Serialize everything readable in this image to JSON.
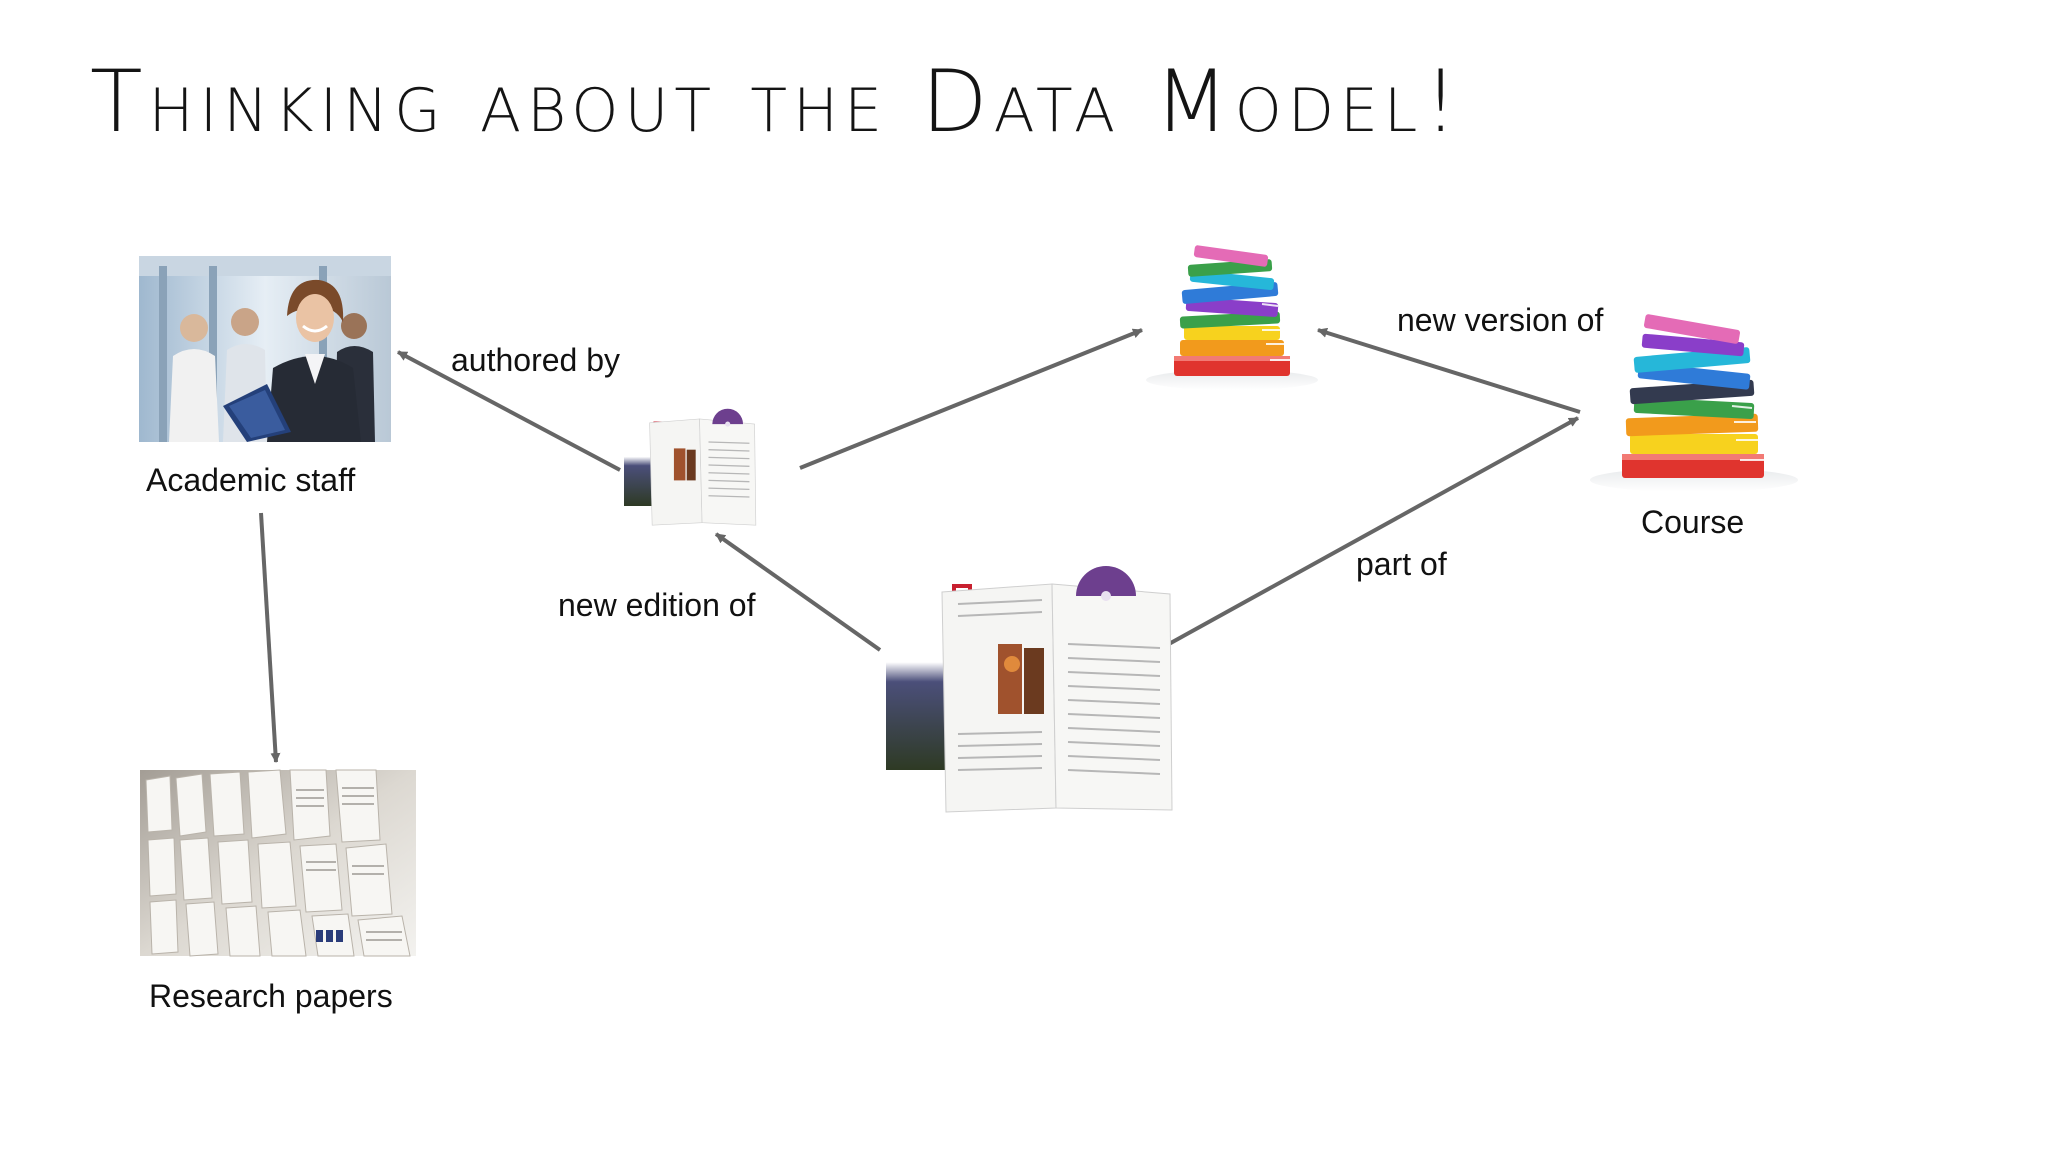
{
  "slide": {
    "title": "Thinking about the Data Model!"
  },
  "nodes": {
    "academic_staff": "Academic staff",
    "research_papers": "Research papers",
    "course": "Course"
  },
  "edges": {
    "authored_by": "authored by",
    "new_version_of": "new version of",
    "new_edition_of": "new edition of",
    "part_of": "part of"
  },
  "colors": {
    "arrow": "#666666",
    "title": "#141414",
    "book_red": "#e0342e",
    "book_orange": "#f29a1c",
    "book_yellow": "#f7d21e",
    "book_green": "#3aa04a",
    "book_blue": "#2f7bd8",
    "book_cyan": "#26b7d9",
    "book_purple": "#8a3ec9",
    "book_pink": "#e46bb6",
    "book_dark": "#333a4f",
    "ou_purple": "#6d3f8e",
    "ou_red": "#c8202f"
  }
}
